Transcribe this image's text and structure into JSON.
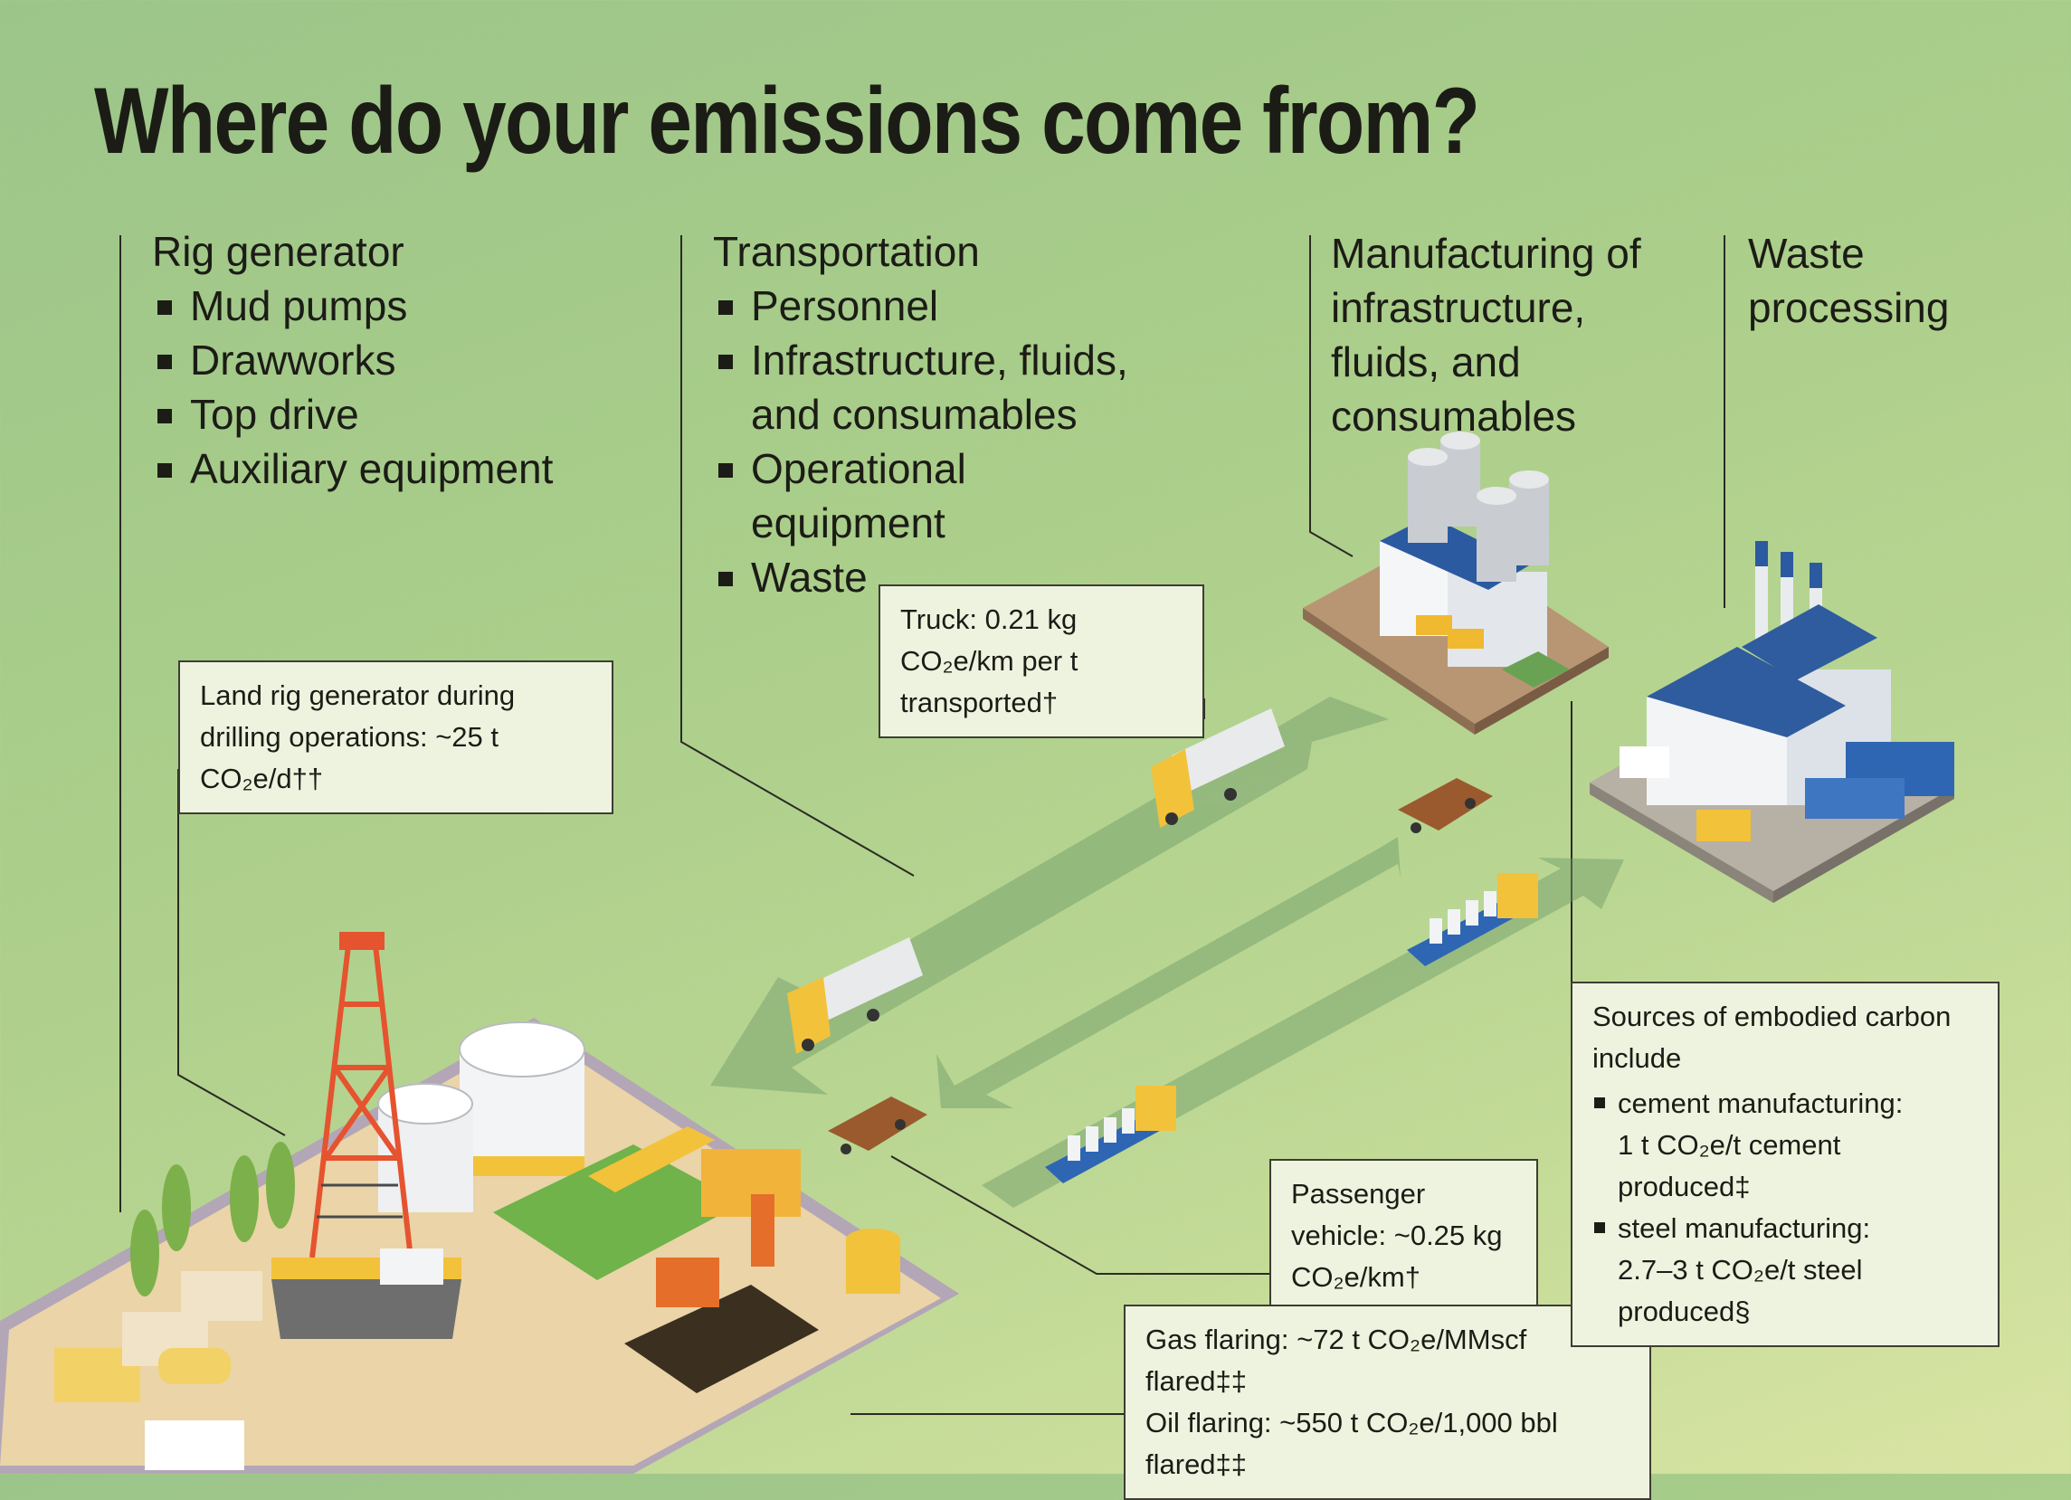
{
  "title": "Where do your emissions come from?",
  "columns": {
    "rig": {
      "heading": "Rig generator",
      "items": [
        "Mud pumps",
        "Drawworks",
        "Top drive",
        "Auxiliary equipment"
      ]
    },
    "transportation": {
      "heading": "Transportation",
      "items": [
        "Personnel",
        "Infrastructure, fluids, and consumables",
        "Operational equipment",
        "Waste"
      ]
    },
    "manufacturing": {
      "heading": "Manufacturing of infrastructure, fluids, and consumables"
    },
    "waste": {
      "heading": "Waste processing"
    }
  },
  "callouts": {
    "land_rig": "Land rig generator during drilling operations: ~25 t CO₂e/d††",
    "truck": "Truck: 0.21 kg CO₂e/km per t transported†",
    "passenger": "Passenger vehicle: ~0.25 kg CO₂e/km†",
    "flaring": {
      "gas": "Gas flaring: ~72 t CO₂e/MMscf flared‡‡",
      "oil": "Oil flaring: ~550 t CO₂e/1,000 bbl flared‡‡"
    },
    "embodied": {
      "intro": "Sources of embodied carbon include",
      "items": [
        {
          "label": "cement manufacturing:",
          "value": "1 t CO₂e/t cement produced‡"
        },
        {
          "label": "steel manufacturing:",
          "value": "2.7–3 t CO₂e/t steel produced§"
        }
      ]
    }
  },
  "colors": {
    "text": "#1c1c16",
    "box_fill": "#eef3df",
    "ground": "#e8d2a6",
    "derrick": "#e5532f",
    "truck_cab": "#f2c23a",
    "arrow": "#7fa577"
  }
}
